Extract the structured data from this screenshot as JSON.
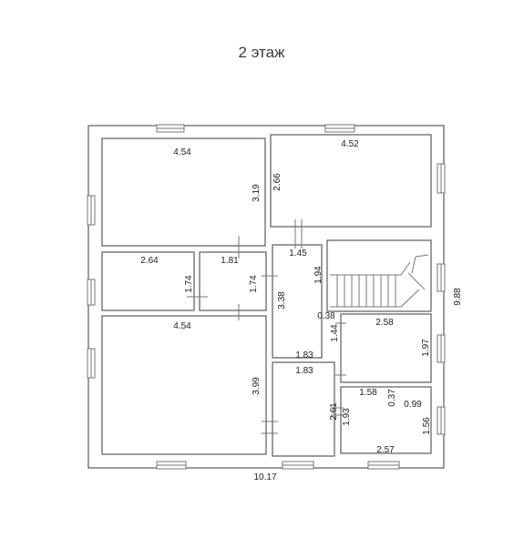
{
  "title": "2 этаж",
  "dimensions": {
    "top_left_width": "4.54",
    "top_left_height": "3.19",
    "top_right_width": "4.52",
    "top_right_height": "2.66",
    "small_left_width": "2.64",
    "small_left_height": "1.74",
    "small_mid_width": "1.81",
    "small_mid_height": "1.74",
    "bottom_left_width": "4.54",
    "bottom_left_height": "3.99",
    "hall_width_top": "1.45",
    "hall_height_top": "1.94",
    "hall_height": "3.38",
    "hall_bottom_width": "1.83",
    "stair_gap": "0.38",
    "right_room_width": "2.58",
    "right_room_height": "1.97",
    "right_room_side": "1.44",
    "bathroom_width": "1.83",
    "bathroom_height": "2.61",
    "bathroom_side": "1.93",
    "corridor_width": "1.58",
    "corridor_gap": "0.37",
    "corridor_side": "0.99",
    "wc_width": "2.57",
    "wc_height": "1.56",
    "total_height": "9.88",
    "total_width": "10.17"
  }
}
